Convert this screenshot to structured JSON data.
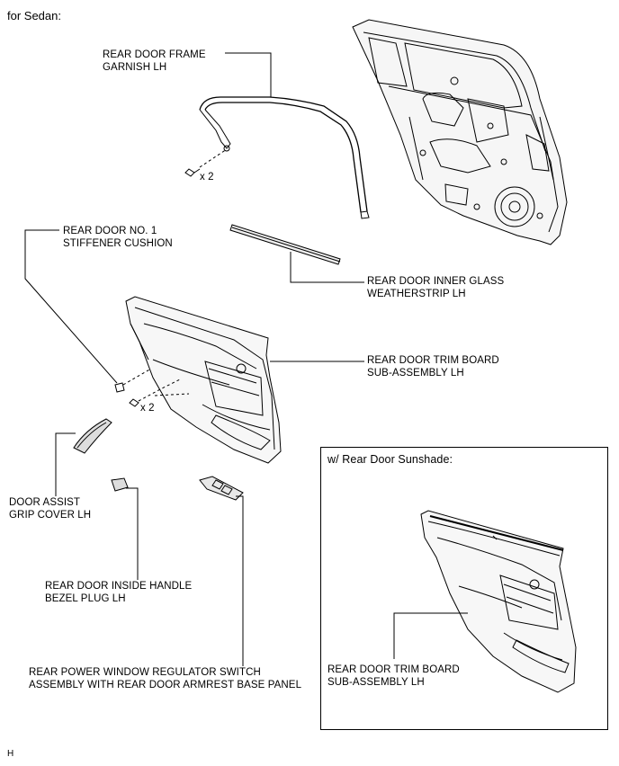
{
  "header": "for Sedan:",
  "footer_code": "H",
  "labels": {
    "frame_garnish": "REAR DOOR FRAME\nGARNISH LH",
    "qty_clips_1": "x 2",
    "stiffener_cushion": "REAR DOOR NO. 1\nSTIFFENER CUSHION",
    "inner_glass_weatherstrip": "REAR DOOR INNER GLASS\nWEATHERSTRIP LH",
    "trim_board": "REAR DOOR TRIM BOARD\nSUB-ASSEMBLY LH",
    "qty_clips_2": "x 2",
    "assist_grip_cover": "DOOR ASSIST\nGRIP COVER LH",
    "handle_bezel_plug": "REAR DOOR INSIDE HANDLE\nBEZEL PLUG LH",
    "window_switch": "REAR POWER WINDOW REGULATOR SWITCH\nASSEMBLY WITH REAR DOOR ARMREST BASE PANEL"
  },
  "inset": {
    "title": "w/ Rear Door Sunshade:",
    "trim_board": "REAR DOOR TRIM BOARD\nSUB-ASSEMBLY LH"
  }
}
